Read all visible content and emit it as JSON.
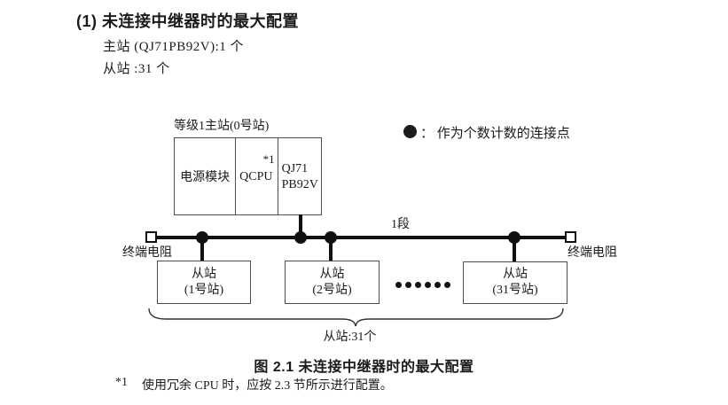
{
  "page": {
    "heading": "(1) 未连接中继器时的最大配置",
    "line_master": "主站 (QJ71PB92V):1 个",
    "line_slave": "从站 :31 个"
  },
  "diagram": {
    "master": {
      "label": "等级1主站(0号站)",
      "power_cell": "电源模块",
      "cpu_cell": "QCPU",
      "cpu_note": "*1",
      "pb_line1": "QJ71",
      "pb_line2": "PB92V"
    },
    "legend": {
      "text": "：  作为个数计数的连接点"
    },
    "segment_label": "1段",
    "terminator_left": "终端电阻",
    "terminator_right": "终端电阻",
    "slaves": [
      {
        "line1": "从站",
        "line2": "(1号站)"
      },
      {
        "line1": "从站",
        "line2": "(2号站)"
      },
      {
        "line1": "从站",
        "line2": "(31号站)"
      }
    ],
    "brace_label": "从站:31个"
  },
  "caption": "图 2.1 未连接中继器时的最大配置",
  "footnote": {
    "marker": "*1",
    "text": "使用冗余 CPU 时，应按 2.3 节所示进行配置。"
  },
  "colors": {
    "line": "#111111",
    "box_border": "#4d4d4d",
    "text": "#1a1a1a"
  }
}
